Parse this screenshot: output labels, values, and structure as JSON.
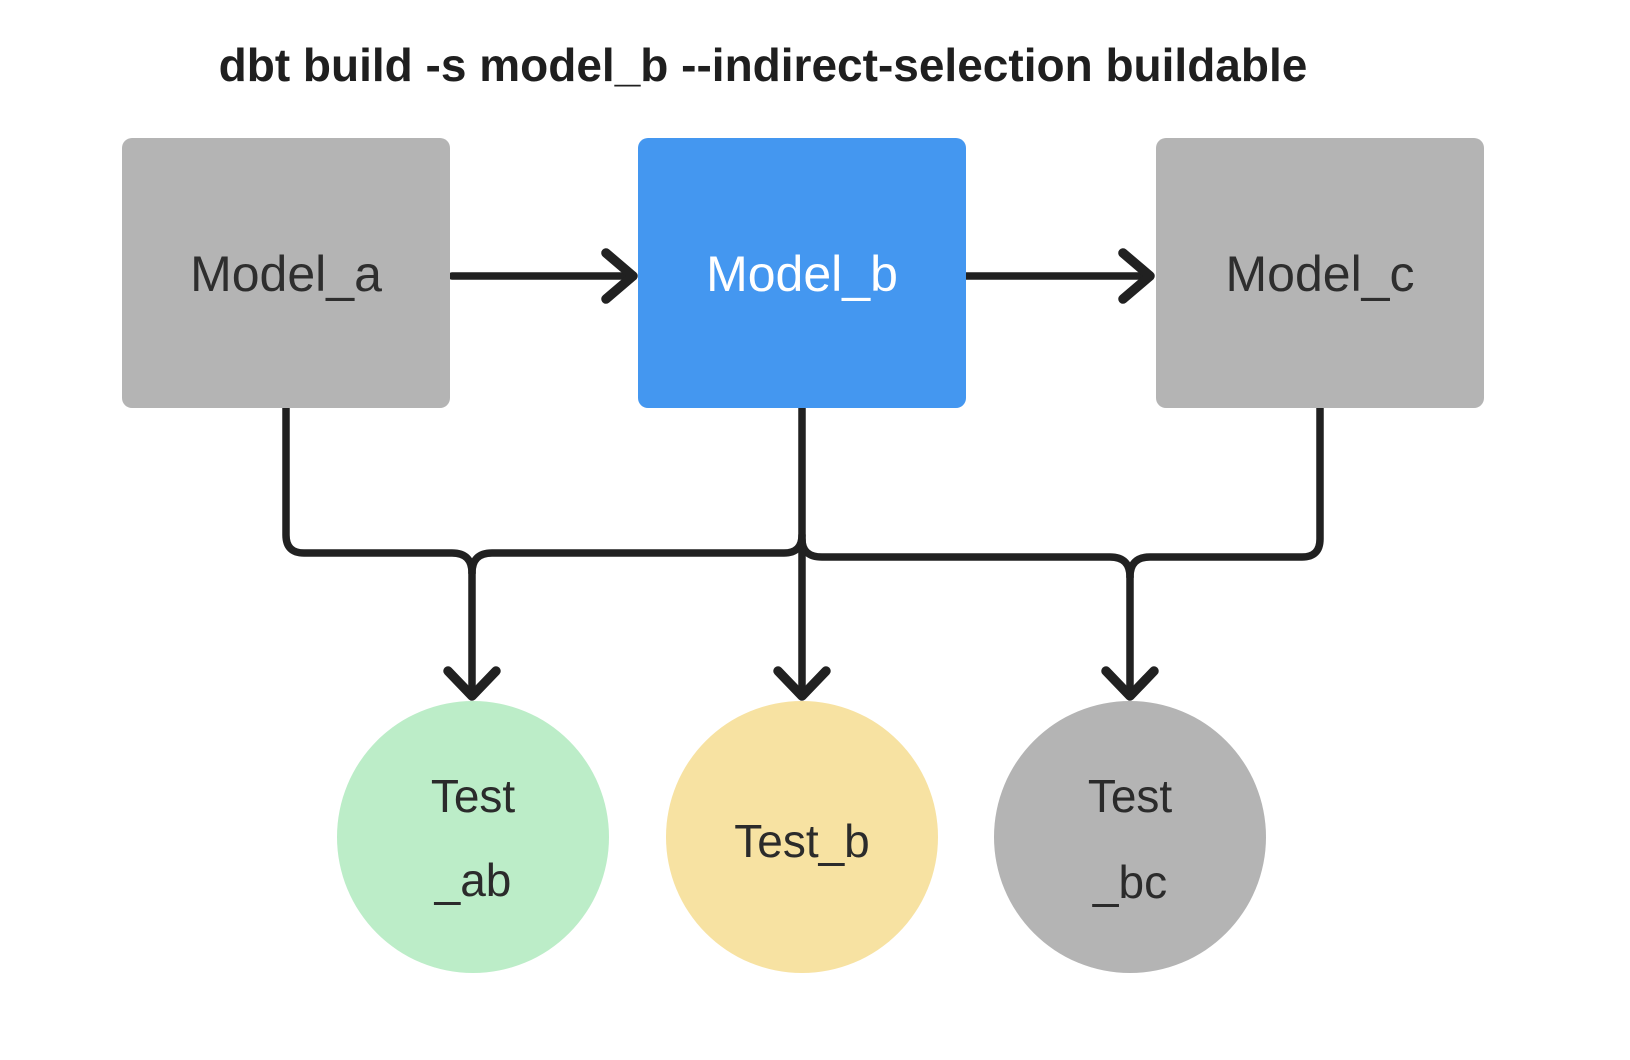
{
  "title": "dbt build -s model_b --indirect-selection buildable",
  "colors": {
    "background": "#ffffff",
    "connector": "#212121",
    "selected_blue": "#4497f0",
    "unselected_gray": "#b4b4b4",
    "buildable_green": "#bcedc8",
    "indirect_yellow": "#f7e2a2"
  },
  "nodes": {
    "models": [
      {
        "label": "Model_a",
        "fill": "#b4b4b4",
        "text_color": "#2e2e2e"
      },
      {
        "label": "Model_b",
        "fill": "#4497f0",
        "text_color": "#ffffff"
      },
      {
        "label": "Model_c",
        "fill": "#b4b4b4",
        "text_color": "#2e2e2e"
      }
    ],
    "tests": [
      {
        "lines": [
          "Test",
          "_ab"
        ],
        "fill": "#bcedc8",
        "text_color": "#2b2b2b"
      },
      {
        "lines": [
          "Test_b"
        ],
        "fill": "#f7e2a2",
        "text_color": "#2b2b2b"
      },
      {
        "lines": [
          "Test",
          "_bc"
        ],
        "fill": "#b4b4b4",
        "text_color": "#2b2b2b"
      }
    ]
  },
  "edges": [
    {
      "from": "Model_a",
      "to": "Model_b"
    },
    {
      "from": "Model_b",
      "to": "Model_c"
    },
    {
      "from": "merged bus",
      "to": "Test _ab"
    },
    {
      "from": "merged bus",
      "to": "Test_b"
    },
    {
      "from": "merged bus",
      "to": "Test _bc"
    }
  ]
}
